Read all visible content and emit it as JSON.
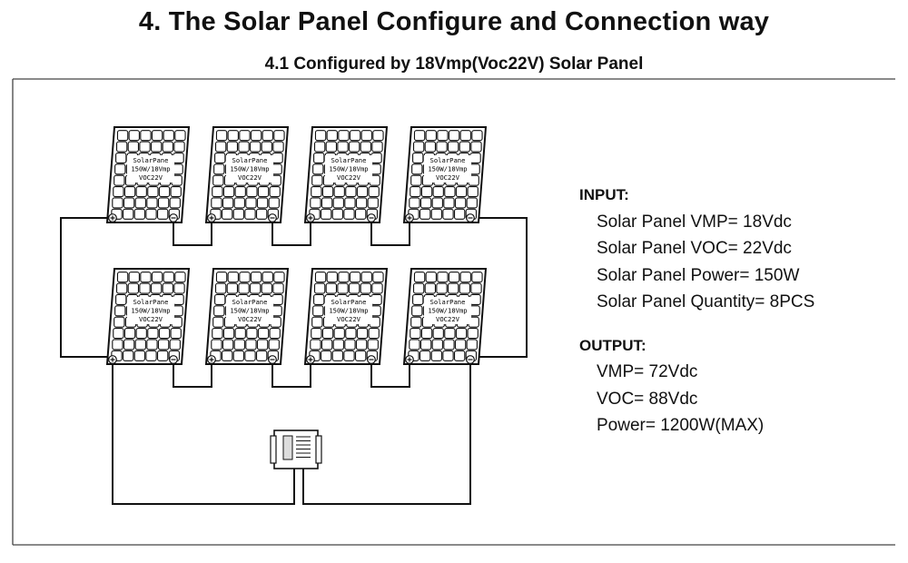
{
  "title": "4. The Solar Panel Configure and Connection way",
  "subtitle": "4.1 Configured by 18Vmp(Voc22V) Solar Panel",
  "panel_label": {
    "line1": "SolarPane",
    "line2": "150W/18Vmp",
    "line3": "VOC22V"
  },
  "input": {
    "heading": "INPUT:",
    "items": [
      "Solar Panel VMP= 18Vdc",
      "Solar Panel VOC= 22Vdc",
      "Solar Panel Power= 150W",
      "Solar Panel Quantity= 8PCS"
    ]
  },
  "output": {
    "heading": "OUTPUT:",
    "items": [
      "VMP= 72Vdc",
      "VOC= 88Vdc",
      "Power= 1200W(MAX)"
    ]
  },
  "colors": {
    "line": "#111111",
    "frame": "#444444"
  }
}
